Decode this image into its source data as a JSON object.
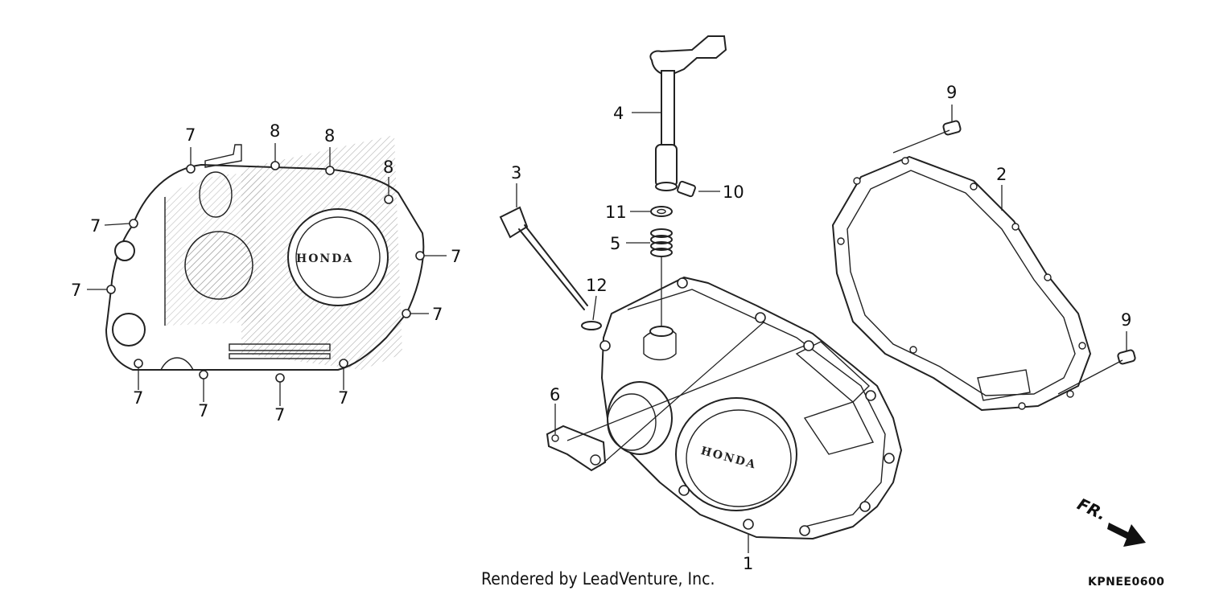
{
  "diagram": {
    "logo_text": "HONDA",
    "front_indicator": "FR.",
    "credit": "Rendered by LeadVenture, Inc.",
    "diagram_code": "KPNEE0600",
    "callouts": {
      "c1": "1",
      "c2": "2",
      "c3": "3",
      "c4": "4",
      "c5": "5",
      "c6": "6",
      "c7": "7",
      "c8": "8",
      "c9": "9",
      "c10": "10",
      "c11": "11",
      "c12": "12"
    }
  }
}
